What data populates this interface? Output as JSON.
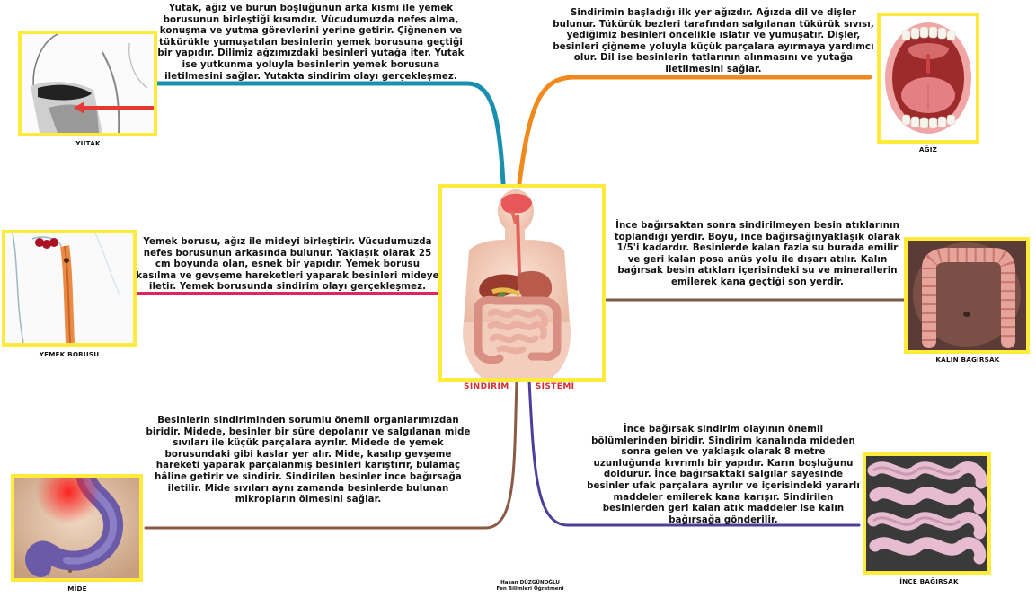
{
  "center": {
    "title_left": "SİNDİRİM",
    "title_right": "SİSTEMİ"
  },
  "topics": {
    "yutak": {
      "label": "YUTAK",
      "text": "Yutak, ağız ve burun boşluğunun arka kısmı ile yemek borusunun birleştiği kısımdır. Vücudumuzda nefes alma, konuşma ve yutma görevlerini yerine getirir. Çiğnenen ve tükürükle yumuşatılan besinlerin yemek borusuna geçtiği bir yapıdır. Dilimiz ağzımızdaki besinleri yutağa iter. Yutak ise yutkunma yoluyla besinlerin yemek borusuna iletilmesini sağlar. Yutakta sindirim olayı gerçekleşmez."
    },
    "agiz": {
      "label": "AĞIZ",
      "text": "Sindirimin başladığı ilk yer ağızdır. Ağızda dil ve dişler bulunur. Tükürük bezleri tarafından salgılanan tükürük sıvısı, yediğimiz besinleri öncelikle ıslatır ve yumuşatır. Dişler, besinleri çiğneme yoluyla küçük parçalara ayırmaya yardımcı olur. Dil ise besinlerin tatlarının alınmasını ve yutağa iletilmesini sağlar."
    },
    "yemek_borusu": {
      "label": "YEMEK BORUSU",
      "text": "Yemek borusu, ağız ile mideyi birleştirir. Vücudumuzda nefes borusunun arkasında bulunur. Yaklaşık olarak 25 cm boyunda olan, esnek bir yapıdır. Yemek borusu kasılma ve gevşeme hareketleri yaparak besinleri mideye iletir. Yemek borusunda sindirim olayı gerçekleşmez."
    },
    "kalin_bagirsak": {
      "label": "KALIN BAĞIRSAK",
      "text": "İnce bağırsaktan sonra sindirilmeyen besin atıklarının toplandığı yerdir. Boyu, ince bağırsağınyaklaşık olarak 1/5'i kadardır. Besinlerde kalan fazla su burada emilir ve geri kalan posa anüs yolu ile dışarı atılır. Kalın bağırsak besin atıkları içerisindeki su ve minerallerin emilerek kana geçtiği son yerdir."
    },
    "mide": {
      "label": "MİDE",
      "text": "Besinlerin sindiriminden sorumlu önemli organlarımızdan biridir. Midede, besinler bir süre depolanır ve salgılanan mide sıvıları ile küçük parçalara ayrılır. Midede de yemek borusundaki gibi kaslar yer alır. Mide, kasılıp gevşeme hareketi yaparak parçalanmış besinleri karıştırır, bulamaç hâline getirir ve sindirir. Sindirilen besinler ince bağırsağa iletilir. Mide sıvıları aynı zamanda besinlerde bulunan mikropların ölmesini sağlar."
    },
    "ince_bagirsak": {
      "label": "İNCE BAĞIRSAK",
      "text": "İnce bağırsak sindirim olayının önemli bölümlerinden biridir. Sindirim kanalında mideden sonra gelen ve yaklaşık olarak 8 metre uzunluğunda kıvrımlı bir yapıdır. Karın boşluğunu doldurur. İnce bağırsaktaki salgılar sayesinde besinler ufak parçalara ayrılır ve içerisindeki yararlı maddeler emilerek kana karışır. Sindirilen besinlerden geri kalan atık maddeler ise kalın bağırsağa gönderilir."
    }
  },
  "signature": {
    "name": "Hasan DÜZGÜNOĞLU",
    "role": "Fen Bilimleri Öğretmeni"
  },
  "colors": {
    "frame": "#ffeb3b",
    "branch_yutak": "#1b8fb0",
    "branch_agiz": "#f08a1c",
    "branch_yemek_borusu": "#e0245e",
    "branch_kalin_bagirsak": "#7a5a46",
    "branch_mide": "#8a5a44",
    "branch_ince_bagirsak": "#4b3f9c",
    "title": "#d32f2f"
  }
}
